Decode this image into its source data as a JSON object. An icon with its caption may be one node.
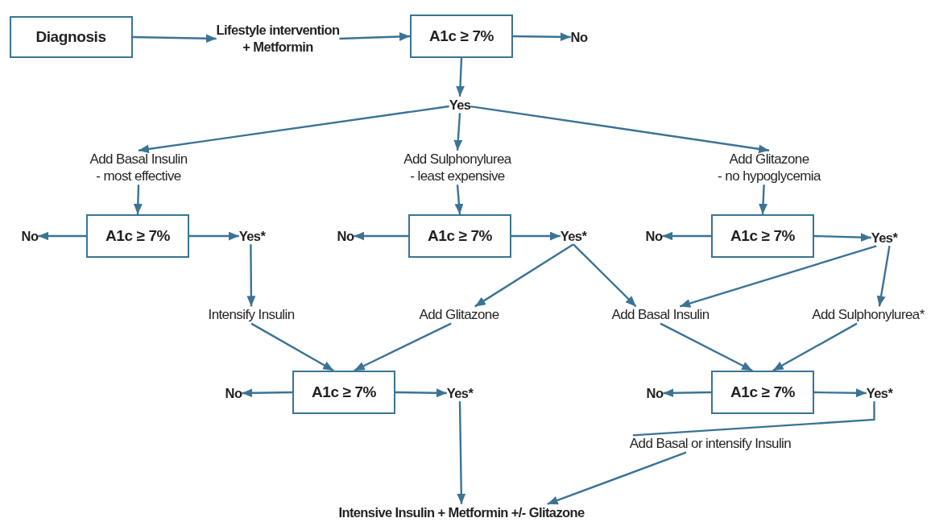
{
  "diagram": {
    "nodes": [
      {
        "text": [
          "Diagnosis"
        ]
      },
      {
        "text": [
          "Lifestyle intervention",
          "+ Metformin"
        ]
      },
      {
        "text": [
          "A1c ≥ 7%"
        ]
      },
      {
        "text": [
          "No"
        ]
      },
      {
        "text": [
          "Yes"
        ]
      },
      {
        "text": [
          "Add Basal Insulin",
          "- most effective"
        ]
      },
      {
        "text": [
          "Add Sulphonylurea",
          "- least expensive"
        ]
      },
      {
        "text": [
          "Add Glitazone",
          "- no hypoglycemia"
        ]
      },
      {
        "text": [
          "No"
        ]
      },
      {
        "text": [
          "A1c ≥ 7%"
        ]
      },
      {
        "text": [
          "Yes*"
        ]
      },
      {
        "text": [
          "No"
        ]
      },
      {
        "text": [
          "A1c ≥ 7%"
        ]
      },
      {
        "text": [
          "Yes*"
        ]
      },
      {
        "text": [
          "No"
        ]
      },
      {
        "text": [
          "A1c ≥ 7%"
        ]
      },
      {
        "text": [
          "Yes*"
        ]
      },
      {
        "text": [
          "Intensify Insulin"
        ]
      },
      {
        "text": [
          "Add Glitazone"
        ]
      },
      {
        "text": [
          "Add Basal Insulin"
        ]
      },
      {
        "text": [
          "Add Sulphonylurea*"
        ]
      },
      {
        "text": [
          "No"
        ]
      },
      {
        "text": [
          "A1c ≥ 7%"
        ]
      },
      {
        "text": [
          "Yes*"
        ]
      },
      {
        "text": [
          "No"
        ]
      },
      {
        "text": [
          "A1c ≥ 7%"
        ]
      },
      {
        "text": [
          "Yes*"
        ]
      },
      {
        "text": [
          "Add Basal or intensify Insulin"
        ]
      },
      {
        "text": [
          "Intensive Insulin + Metformin +/- Glitazone"
        ]
      }
    ],
    "edges": [
      {
        "from": 0,
        "to": 1,
        "arrow": "to"
      },
      {
        "from": 1,
        "to": 2,
        "arrow": "to"
      },
      {
        "from": 2,
        "to": 3,
        "arrow": "to"
      },
      {
        "from": 2,
        "to": 4,
        "arrow": "to"
      },
      {
        "from": 4,
        "to": 5,
        "arrow": "to"
      },
      {
        "from": 4,
        "to": 6,
        "arrow": "to"
      },
      {
        "from": 4,
        "to": 7,
        "arrow": "to"
      },
      {
        "from": 5,
        "to": 9,
        "arrow": "to"
      },
      {
        "from": 9,
        "to": 8,
        "arrow": "to"
      },
      {
        "from": 9,
        "to": 10,
        "arrow": "to"
      },
      {
        "from": 6,
        "to": 12,
        "arrow": "to"
      },
      {
        "from": 12,
        "to": 11,
        "arrow": "to"
      },
      {
        "from": 12,
        "to": 13,
        "arrow": "to"
      },
      {
        "from": 7,
        "to": 15,
        "arrow": "to"
      },
      {
        "from": 15,
        "to": 14,
        "arrow": "to"
      },
      {
        "from": 15,
        "to": 16,
        "arrow": "to"
      },
      {
        "from": 10,
        "to": 17,
        "arrow": "to"
      },
      {
        "from": 13,
        "to": 18,
        "arrow": "to"
      },
      {
        "from": 13,
        "to": 19,
        "arrow": "to"
      },
      {
        "from": 16,
        "to": 19,
        "arrow": "to"
      },
      {
        "from": 16,
        "to": 20,
        "arrow": "to"
      },
      {
        "from": 17,
        "to": 22,
        "arrow": "to"
      },
      {
        "from": 18,
        "to": 22,
        "arrow": "to"
      },
      {
        "from": 19,
        "to": 25,
        "arrow": "to"
      },
      {
        "from": 20,
        "to": 25,
        "arrow": "to"
      },
      {
        "from": 22,
        "to": 21,
        "arrow": "to"
      },
      {
        "from": 22,
        "to": 23,
        "arrow": "to"
      },
      {
        "from": 25,
        "to": 24,
        "arrow": "to"
      },
      {
        "from": 25,
        "to": 26,
        "arrow": "to"
      },
      {
        "from": 23,
        "to": 28,
        "arrow": "to"
      },
      {
        "from": 26,
        "to": 27,
        "arrow": "none"
      },
      {
        "from": 27,
        "to": 28,
        "arrow": "to"
      }
    ]
  }
}
